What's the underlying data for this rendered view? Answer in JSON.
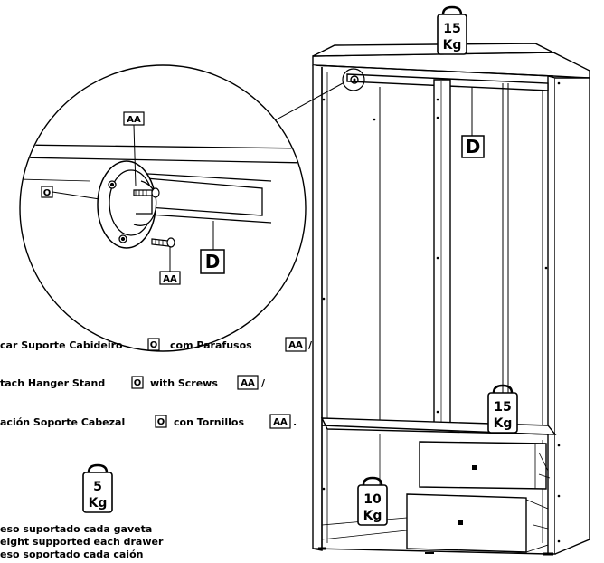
{
  "weights": {
    "top": {
      "value": "15",
      "unit": "Kg"
    },
    "hanger": {
      "value": "15",
      "unit": "Kg"
    },
    "drawer_each": {
      "value": "5",
      "unit": "Kg"
    },
    "bottom": {
      "value": "10",
      "unit": "Kg"
    }
  },
  "labels": {
    "screws": "AA",
    "stand": "O",
    "rod": "D"
  },
  "instructions": {
    "pt": {
      "text": "car Suporte Cabideiro",
      "mid": "com Parafusos",
      "end": "/"
    },
    "en": {
      "text": "tach Hanger Stand",
      "mid": "with Screws",
      "end": "/"
    },
    "es": {
      "text": "ación Soporte Cabezal",
      "mid": "con Tornillos",
      "end": "."
    }
  },
  "drawer_note": {
    "pt": "eso suportado cada gaveta",
    "en": "eight supported each drawer",
    "es": "eso soportado cada caión"
  }
}
